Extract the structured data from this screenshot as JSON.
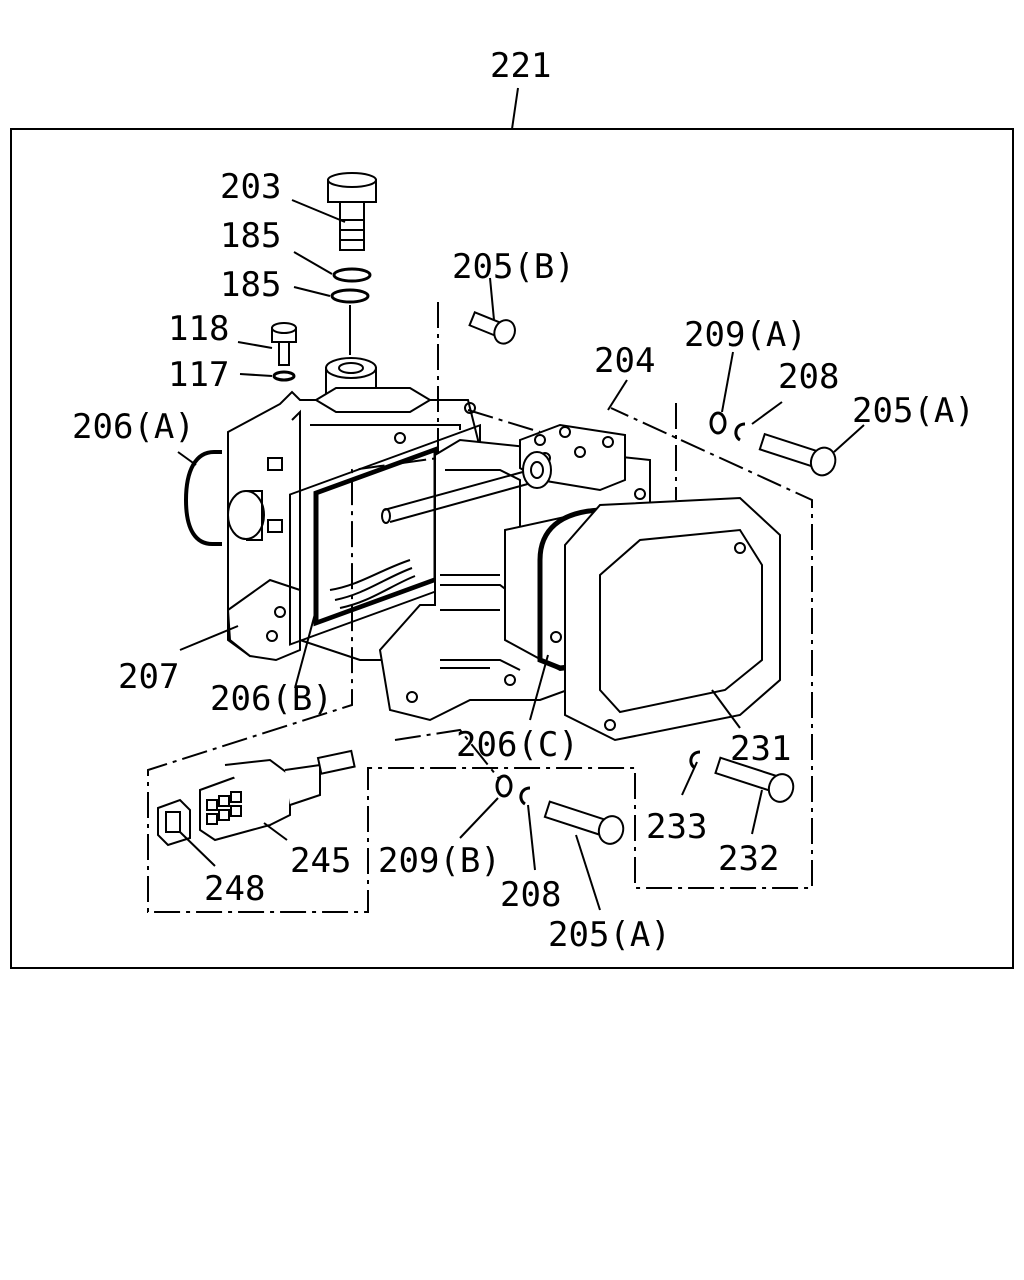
{
  "diagram": {
    "labels": {
      "assembly": "221",
      "bolt_203": "203",
      "washer_185_a": "185",
      "washer_185_b": "185",
      "bolt_118": "118",
      "washer_117": "117",
      "oring_206a": "206(A)",
      "bracket_207": "207",
      "gasket_206b": "206(B)",
      "screw_205b": "205(B)",
      "housing_204": "204",
      "washer_209a": "209(A)",
      "clip_208_top": "208",
      "screw_205a_top": "205(A)",
      "gasket_206c": "206(C)",
      "cover_231": "231",
      "clip_233": "233",
      "bolt_232": "232",
      "connector_245": "245",
      "cap_248": "248",
      "washer_209b": "209(B)",
      "clip_208_bottom": "208",
      "screw_205a_bottom": "205(A)"
    }
  }
}
